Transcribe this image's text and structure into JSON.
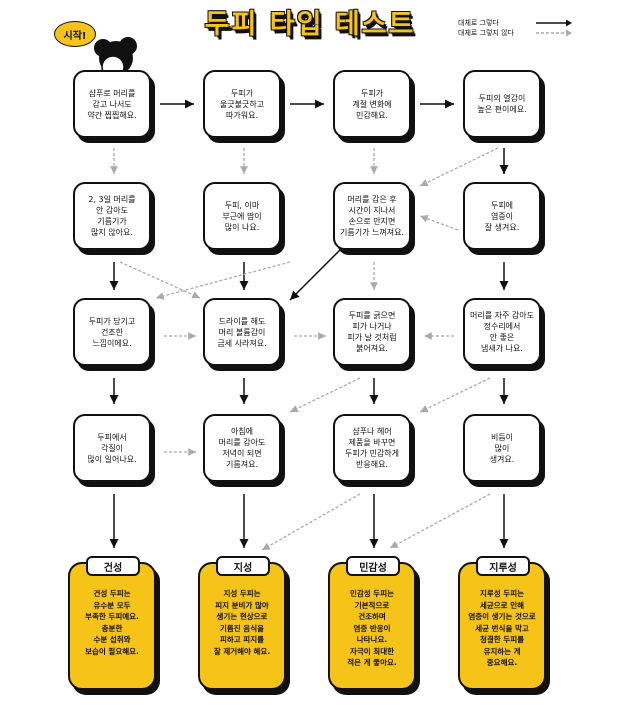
{
  "title": "두피 타입 테스트",
  "legend": {
    "yes": "대체로 그렇다",
    "no": "대체로 그렇지 않다"
  },
  "start": "시작!",
  "questions": [
    "샴푸로 머리를\n감고 나서도\n약간 찝찝해요.",
    "두피가\n울긋불긋하고\n따가워요.",
    "두피가\n계절 변화에\n민감해요.",
    "두피의 열감이\n높은 편이에요.",
    "2, 3일 머리를\n안 감아도\n기름기가\n많지 않아요.",
    "두피, 이마\n부근에 땀이\n많이 나요.",
    "머리를 감은 후\n시간이 지나서\n손으로 만지면\n기름기가 느껴져요.",
    "두피에\n염증이\n잘 생겨요.",
    "두피가 당기고\n건조한\n느낌이에요.",
    "드라이를 해도\n머리 볼륨감이\n금세 사라져요.",
    "두피를 긁으면\n피가 나거나\n피가 날 것처럼\n붉어져요.",
    "머리를 자주 감아도\n정수리에서\n안 좋은\n냄새가 나요.",
    "두피에서\n각질이\n많이 일어나요.",
    "아침에\n머리를 감아도\n저녁이 되면\n기름져요.",
    "샴푸나 헤어\n제품을 바꾸면\n두피가 민감하게\n반응해요.",
    "비듬이\n많이\n생겨요."
  ],
  "results": [
    {
      "name": "건성",
      "desc": "건성 두피는\n유수분 모두\n부족한 두피예요.\n충분한\n수분 섭취와\n보습이 필요해요."
    },
    {
      "name": "지성",
      "desc": "지성 두피는\n피지 분비가 많아\n생기는 현상으로\n기름진 음식을\n피하고 피지를\n잘 제거해야 해요."
    },
    {
      "name": "민감성",
      "desc": "민감성 두피는\n기본적으로\n건조하며\n염증 반응이\n나타나요.\n자극이 최대한\n적은 게 좋아요."
    },
    {
      "name": "지루성",
      "desc": "지루성 두피는\n세균으로 인해\n염증이 생기는 것으로\n세균 번식을 막고\n청결한 두피를\n유지하는 게\n중요해요."
    }
  ],
  "colors": {
    "accent": "#f6c318",
    "ink": "#111111",
    "dashed": "#aaaaaa"
  }
}
